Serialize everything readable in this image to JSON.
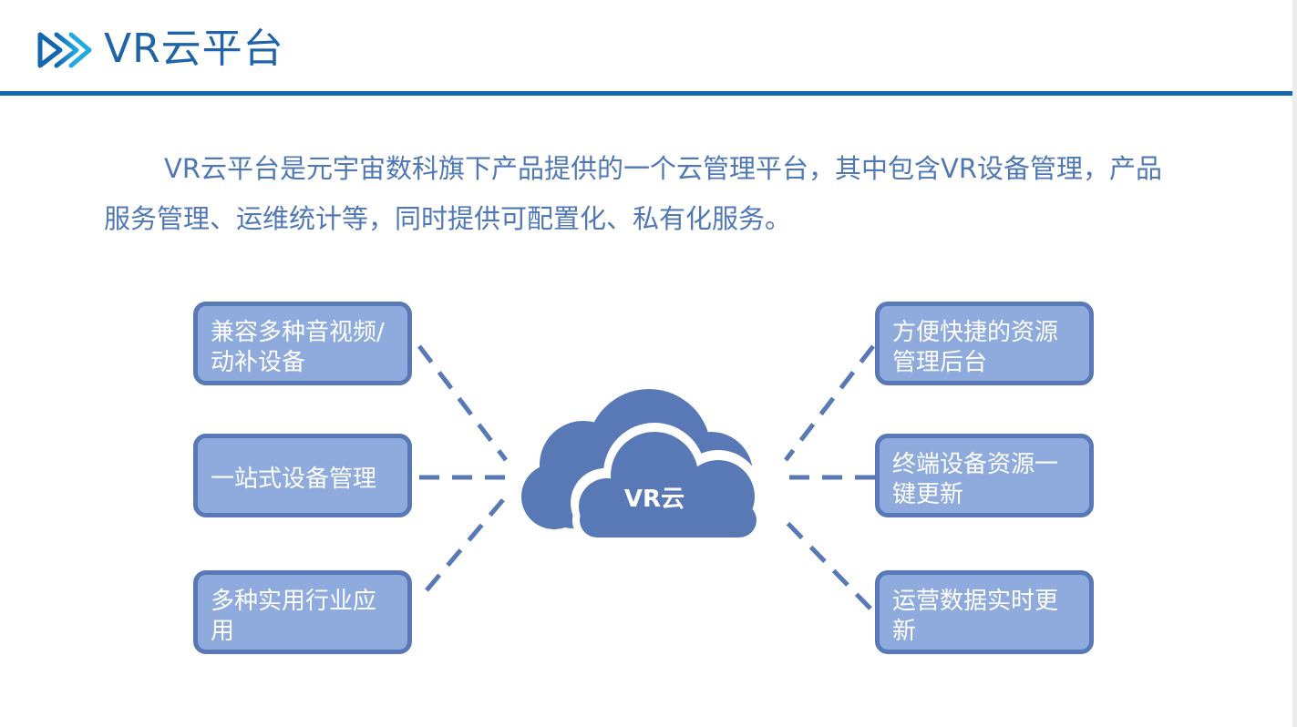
{
  "header": {
    "title": "VR云平台",
    "accent_color": "#1466ad",
    "logo_icon": "double-chevron-right-icon"
  },
  "intro": {
    "text": "VR云平台是元宇宙数科旗下产品提供的一个云管理平台，其中包含VR设备管理，产品服务管理、运维统计等，同时提供可配置化、私有化服务。"
  },
  "diagram": {
    "center": {
      "label": "VR云",
      "icon": "cloud-icon",
      "color": "#5879b5"
    },
    "node_fill_color": "#8faadc",
    "node_border_color": "#5879b5",
    "left_nodes": [
      {
        "label": "兼容多种音视频/动补设备"
      },
      {
        "label": "一站式设备管理"
      },
      {
        "label": "多种实用行业应用"
      }
    ],
    "right_nodes": [
      {
        "label": "方便快捷的资源管理后台"
      },
      {
        "label": "终端设备资源一键更新"
      },
      {
        "label": "运营数据实时更新"
      }
    ]
  }
}
